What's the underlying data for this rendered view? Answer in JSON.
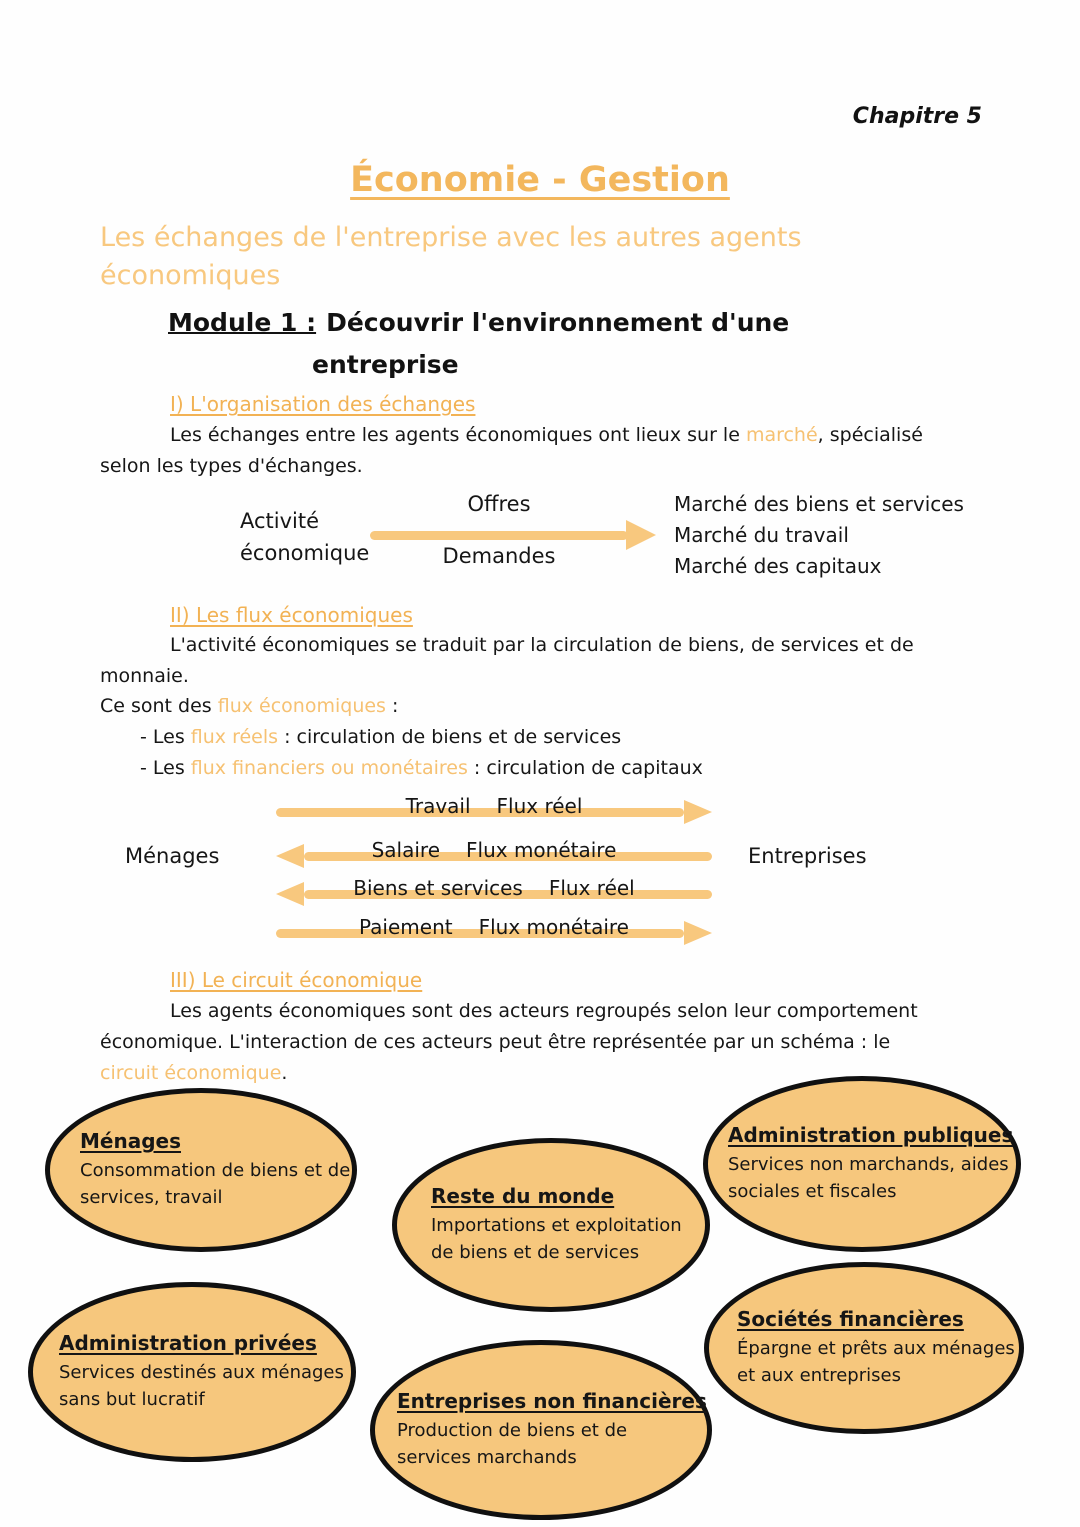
{
  "colors": {
    "accent_orange": "#f3b75d",
    "highlight_orange": "#f6c172",
    "ellipse_fill": "#f6c77d",
    "arrow": "#f8c87e",
    "ink": "#161616"
  },
  "page": {
    "chapter": "Chapitre 5",
    "title": "Économie - Gestion",
    "subtitle": "Les échanges de l'entreprise avec les autres agents économiques",
    "module_label": "Module 1 :",
    "module_title": "Découvrir l'environnement d'une",
    "module_title_line2": "entreprise"
  },
  "section1": {
    "heading": "I) L'organisation des échanges",
    "line1_before": "Les échanges entre les agents économiques ont lieux sur le ",
    "line1_hl": "marché",
    "line1_after": ", spécialisé",
    "line2": "selon les types d'échanges."
  },
  "diagram1": {
    "left_line1": "Activité",
    "left_line2": "économique",
    "above_arrow": "Offres",
    "below_arrow": "Demandes",
    "markets": [
      "Marché des biens et services",
      "Marché du travail",
      "Marché des capitaux"
    ]
  },
  "section2": {
    "heading": "II) Les flux économiques",
    "line1": "L'activité économiques se traduit par la circulation de biens, de services et de",
    "line2": "monnaie.",
    "line3_before": "Ce sont des ",
    "line3_hl": "flux économiques",
    "line3_after": " :",
    "bullet1_before": "- Les ",
    "bullet1_hl": "flux réels",
    "bullet1_after": " : circulation de biens et de services",
    "bullet2_before": "- Les ",
    "bullet2_hl": "flux financiers ou monétaires",
    "bullet2_after": " : circulation de capitaux"
  },
  "diagram2": {
    "left": "Ménages",
    "right": "Entreprises",
    "flows": [
      {
        "label": "Travail",
        "type": "Flux réel",
        "direction": "right"
      },
      {
        "label": "Salaire",
        "type": "Flux monétaire",
        "direction": "left"
      },
      {
        "label": "Biens et services",
        "type": "Flux réel",
        "direction": "left"
      },
      {
        "label": "Paiement",
        "type": "Flux monétaire",
        "direction": "right"
      }
    ]
  },
  "section3": {
    "heading": "III) Le circuit économique",
    "line1": "Les agents économiques sont des acteurs regroupés selon leur comportement",
    "line2": "économique. L'interaction de ces acteurs peut être représentée par un schéma : le",
    "line3_hl": "circuit économique",
    "line3_after": "."
  },
  "circuit": {
    "ellipses": [
      {
        "title": "Ménages",
        "lines": [
          "Consommation de biens et de",
          "services, travail"
        ]
      },
      {
        "title": "Administration publiques",
        "lines": [
          "Services non marchands, aides",
          "sociales et fiscales"
        ]
      },
      {
        "title": "Reste du monde",
        "lines": [
          "Importations et exploitation",
          "de biens et de services"
        ]
      },
      {
        "title": "Administration privées",
        "lines": [
          "Services destinés aux ménages",
          "sans but lucratif"
        ]
      },
      {
        "title": "Sociétés financières",
        "lines": [
          "Épargne et prêts aux ménages",
          "et aux entreprises"
        ]
      },
      {
        "title": "Entreprises non financières",
        "lines": [
          "Production de biens et de",
          "services marchands"
        ]
      }
    ]
  }
}
